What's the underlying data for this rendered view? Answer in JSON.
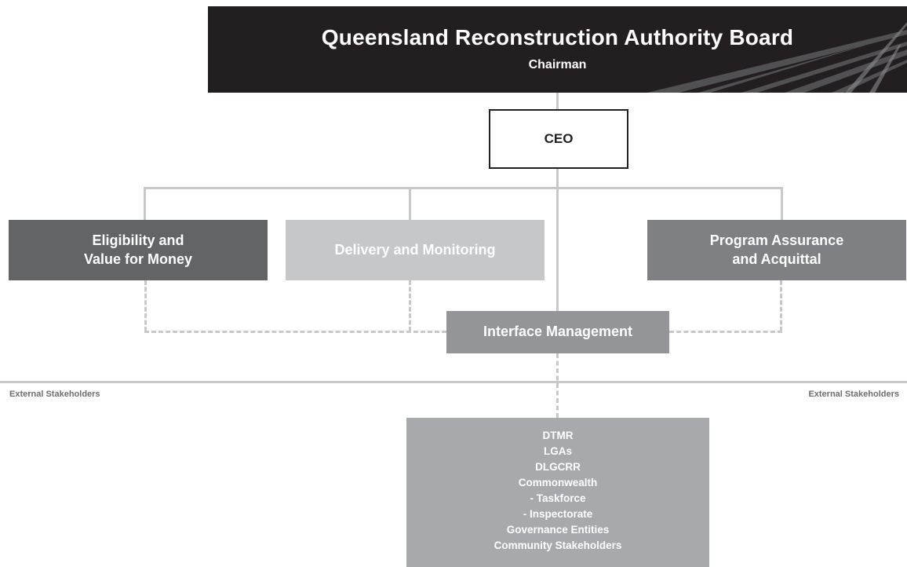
{
  "board": {
    "title": "Queensland Reconstruction Authority Board",
    "subtitle": "Chairman"
  },
  "ceo": {
    "label": "CEO"
  },
  "divisions": {
    "eligibility": {
      "line1": "Eligibility and",
      "line2": "Value for Money"
    },
    "delivery": {
      "label": "Delivery and Monitoring"
    },
    "assurance": {
      "line1": "Program Assurance",
      "line2": "and Acquittal"
    }
  },
  "interface": {
    "label": "Interface Management"
  },
  "external": {
    "left_label": "External Stakeholders",
    "right_label": "External Stakeholders"
  },
  "stakeholders": {
    "items": [
      "DTMR",
      "LGAs",
      "DLGCRR",
      "Commonwealth",
      "- Taskforce",
      "- Inspectorate",
      "Governance Entities",
      "Community Stakeholders"
    ]
  },
  "colors": {
    "banner": "#231f20",
    "eligibility": "#636466",
    "delivery": "#c6c7c9",
    "assurance": "#7f8083",
    "interface": "#939598",
    "stakeholders": "#a7a9ac",
    "connector": "#c8c8c8"
  }
}
